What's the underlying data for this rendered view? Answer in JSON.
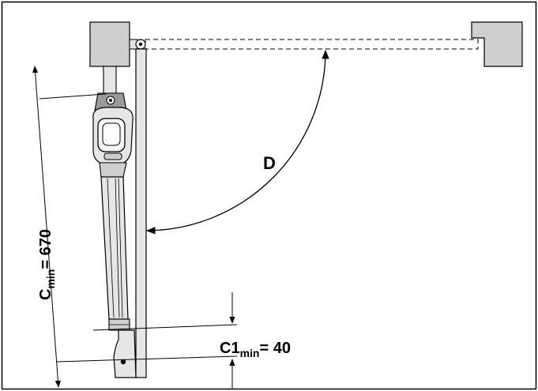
{
  "labels": {
    "angle": "D",
    "cmin_main": "C",
    "cmin_sub": "min",
    "cmin_value": "= 670",
    "c1_main": "C1",
    "c1_sub": "min",
    "c1_value": "= 40"
  },
  "colors": {
    "line": "#000000",
    "fill_light": "#e6e6e6",
    "fill_mid": "#cfcfcf",
    "fill_dark": "#9a9a9a",
    "background": "#ffffff"
  }
}
